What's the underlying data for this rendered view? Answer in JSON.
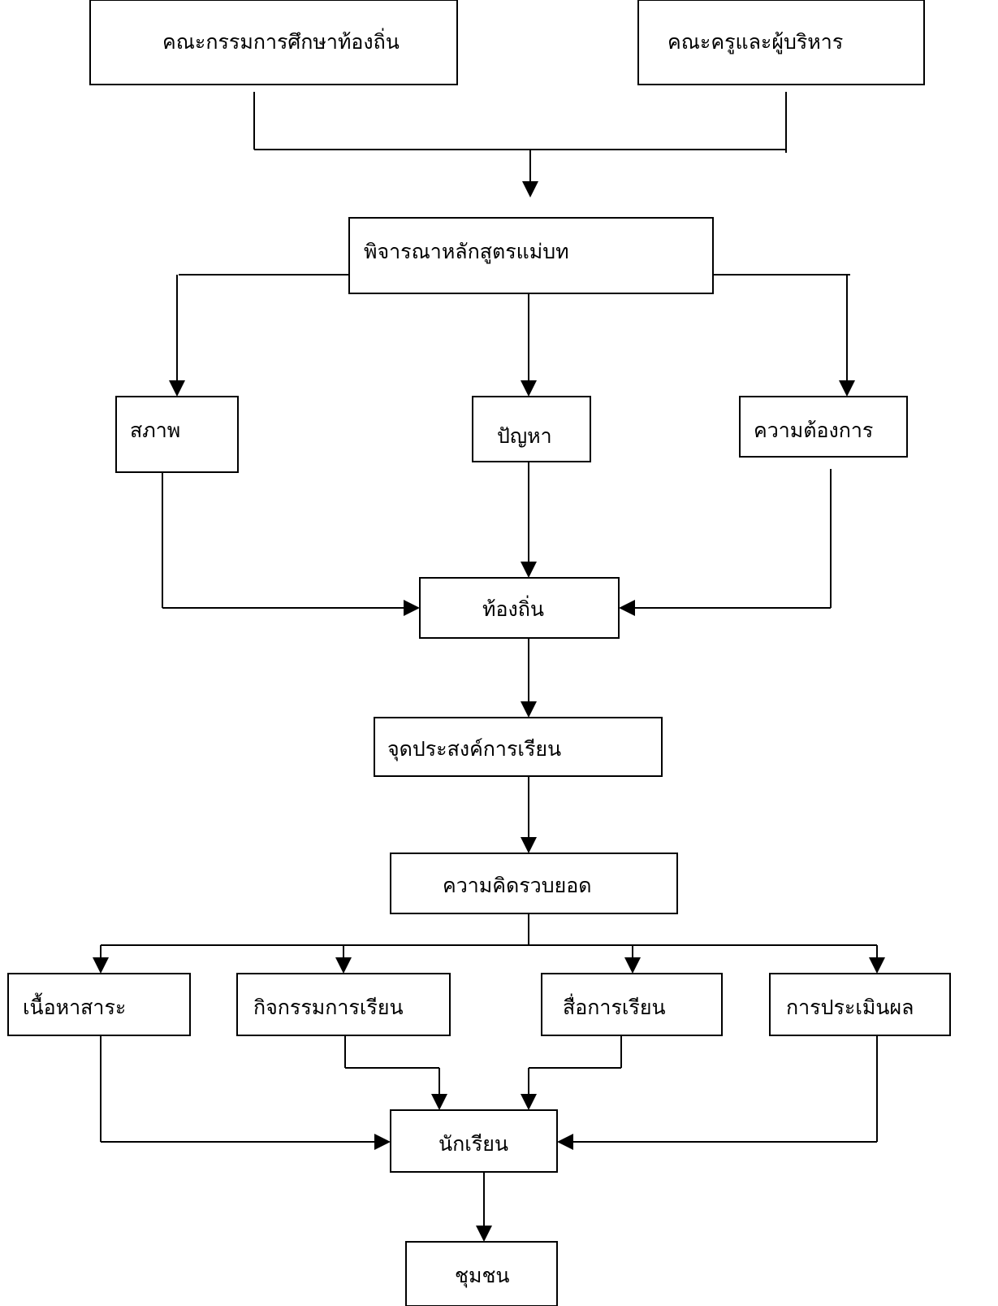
{
  "nodes": {
    "committee": "คณะกรรมการศึกษาท้องถิ่น",
    "teachers": "คณะครูและผู้บริหาร",
    "curriculum": "พิจารณาหลักสูตรแม่บท",
    "condition": "สภาพ",
    "problem": "ปัญหา",
    "needs": "ความต้องการ",
    "local": "ท้องถิ่น",
    "objective": "จุดประสงค์การเรียน",
    "concept": "ความคิดรวบยอด",
    "content": "เนื้อหาสาระ",
    "activity": "กิจกรรมการเรียน",
    "media": "สื่อการเรียน",
    "evaluation": "การประเมินผล",
    "students": "นักเรียน",
    "community": "ชุมชน"
  }
}
